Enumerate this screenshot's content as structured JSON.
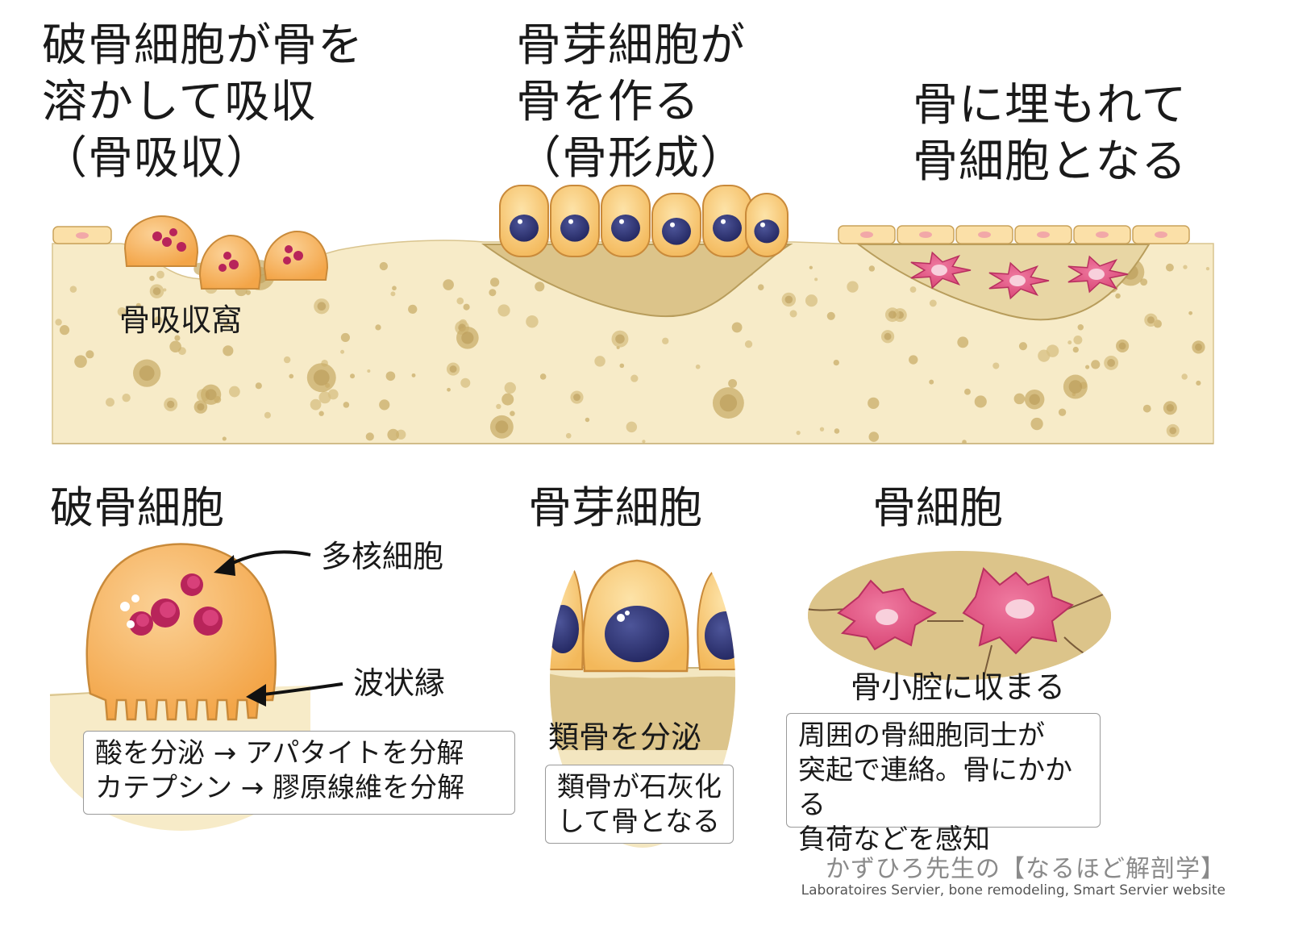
{
  "top_titles": {
    "resorption": "破骨細胞が骨を\n溶かして吸収\n（骨吸収）",
    "formation": "骨芽細胞が\n骨を作る\n（骨形成）",
    "embedding": "骨に埋もれて\n骨細胞となる"
  },
  "labels": {
    "resorption_pit": "骨吸収窩",
    "multinucleated": "多核細胞",
    "ruffled_border": "波状縁",
    "osteoid": "類骨を分泌",
    "lacuna": "骨小腔に収まる"
  },
  "cells": {
    "osteoclast": {
      "heading": "破骨細胞",
      "note": "酸を分泌 → アパタイトを分解\nカテプシン → 膠原線維を分解"
    },
    "osteoblast": {
      "heading": "骨芽細胞",
      "note": "類骨が石灰化\nして骨となる"
    },
    "osteocyte": {
      "heading": "骨細胞",
      "note": "周囲の骨細胞同士が\n突起で連絡。骨にかかる\n負荷などを感知"
    }
  },
  "credit": {
    "site": "かずひろ先生の【なるほど解剖学】",
    "source": "Laboratoires Servier, bone remodeling, Smart Servier website"
  },
  "colors": {
    "bone": "#f7ebc8",
    "osteoclast": "#f7b45a",
    "osteoblast": "#fad38a",
    "nucleus_blue": "#2e3474",
    "osteocyte_pink": "#e2507e",
    "nuclei_magenta": "#b8245a"
  }
}
